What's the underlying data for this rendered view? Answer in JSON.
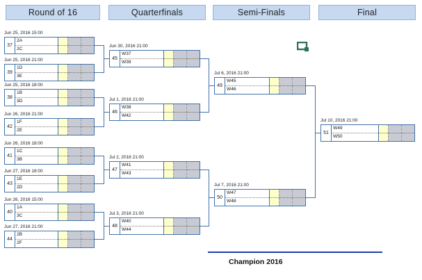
{
  "rounds": [
    {
      "label": "Round of 16"
    },
    {
      "label": "Quarterfinals"
    },
    {
      "label": "Semi-Finals"
    },
    {
      "label": "Final"
    }
  ],
  "matches": {
    "m37": {
      "number": "37",
      "date": "Jun 25, 2016   15:00",
      "team1": "2A",
      "team2": "2C"
    },
    "m39": {
      "number": "39",
      "date": "Jun 25, 2016   21:00",
      "team1": "1D",
      "team2": "3E"
    },
    "m38": {
      "number": "38",
      "date": "Jun 25, 2016   18:00",
      "team1": "1B",
      "team2": "3D"
    },
    "m42": {
      "number": "42",
      "date": "Jun 26, 2016   21:00",
      "team1": "1F",
      "team2": "2E"
    },
    "m41": {
      "number": "41",
      "date": "Jun 26, 2016   18:00",
      "team1": "1C",
      "team2": "3B"
    },
    "m43": {
      "number": "43",
      "date": "Jun 27, 2016   18:00",
      "team1": "1E",
      "team2": "2D"
    },
    "m40": {
      "number": "40",
      "date": "Jun 26, 2016   15:00",
      "team1": "1A",
      "team2": "3C"
    },
    "m44": {
      "number": "44",
      "date": "Jun 27, 2016   21:00",
      "team1": "2B",
      "team2": "2F"
    },
    "m45": {
      "number": "45",
      "date": "Jun 30, 2016   21:00",
      "team1": "W37",
      "team2": "W39"
    },
    "m46": {
      "number": "46",
      "date": "Jul 1, 2016   21:00",
      "team1": "W38",
      "team2": "W42"
    },
    "m47": {
      "number": "47",
      "date": "Jul 2, 2016   21:00",
      "team1": "W41",
      "team2": "W43"
    },
    "m48": {
      "number": "48",
      "date": "Jul 3, 2016   21:00",
      "team1": "W40",
      "team2": "W44"
    },
    "m49": {
      "number": "49",
      "date": "Jul 6, 2016   21:00",
      "team1": "W45",
      "team2": "W46"
    },
    "m50": {
      "number": "50",
      "date": "Jul 7, 2016   21:00",
      "team1": "W47",
      "team2": "W48"
    },
    "m51": {
      "number": "51",
      "date": "Jul 10, 2016   21:00",
      "team1": "W49",
      "team2": "W50"
    }
  },
  "champion": {
    "label": "Champion 2016"
  },
  "icons": {
    "resize_handle": "resize-handle-icon"
  },
  "colors": {
    "header_fill": "#c6d9f0",
    "header_border": "#95b3d7",
    "box_border": "#4272a7",
    "score_yellow": "#ffffcc",
    "score_grey": "#c9cbd4",
    "champion_rule": "#1f3fa8",
    "handle_green": "#2f7055"
  }
}
